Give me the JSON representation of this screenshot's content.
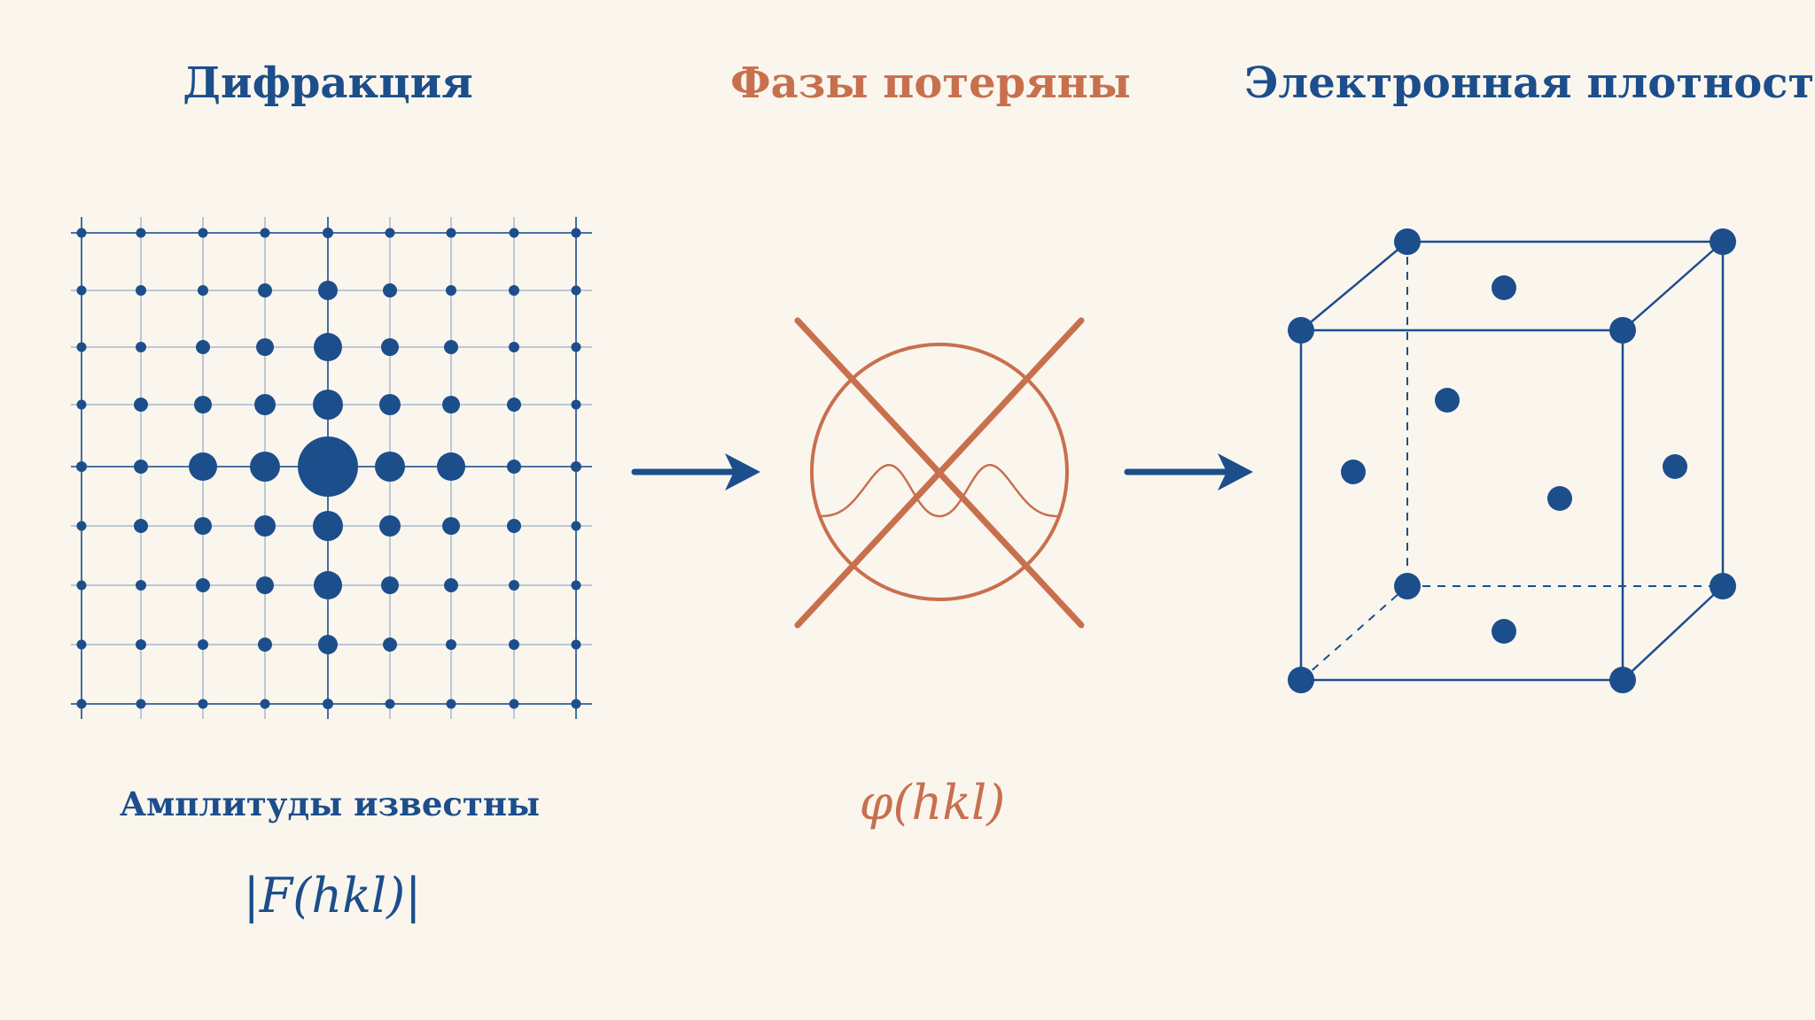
{
  "titles": {
    "diffraction": "Дифракция",
    "phases_lost": "Фазы потеряны",
    "electron_density": "Электронная плотность"
  },
  "captions": {
    "amplitudes_known": "Амплитуды известны"
  },
  "formulas": {
    "amplitude": "|F(hkl)|",
    "phase": "φ(hkl)"
  },
  "colors": {
    "blue": "#1c4e8c",
    "orange": "#c8704e",
    "background": "#faf6ee"
  },
  "icons": {
    "phase_symbol": "crossed-out-circle-wave-icon",
    "arrows": "right-arrow-icon",
    "unit_cell": "cube-lattice-icon"
  }
}
